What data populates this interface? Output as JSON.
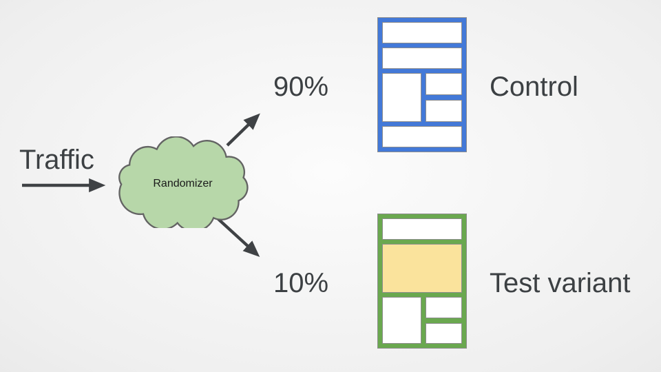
{
  "diagram": {
    "type": "ab-test-traffic-split-flow",
    "source": "Traffic",
    "router": "Randomizer",
    "branches": [
      {
        "share": "90%",
        "target": "Control"
      },
      {
        "share": "10%",
        "target": "Test variant"
      }
    ]
  },
  "labels": {
    "traffic": "Traffic",
    "randomizer": "Randomizer",
    "branch_top_pct": "90%",
    "branch_bottom_pct": "10%",
    "control": "Control",
    "test_variant": "Test variant"
  },
  "colors": {
    "text": "#3c4043",
    "arrow": "#3f4245",
    "cloud_fill": "#b7d7a9",
    "cloud_stroke": "#636363",
    "control_frame": "#4379d8",
    "variant_frame": "#6aa84f",
    "variant_highlight": "#fae39c",
    "box_border": "#8d8d8d",
    "box_fill": "#ffffff"
  },
  "background": {
    "center": "#fcfcfc",
    "mid": "#efefef",
    "edge": "#d6d6d6"
  }
}
